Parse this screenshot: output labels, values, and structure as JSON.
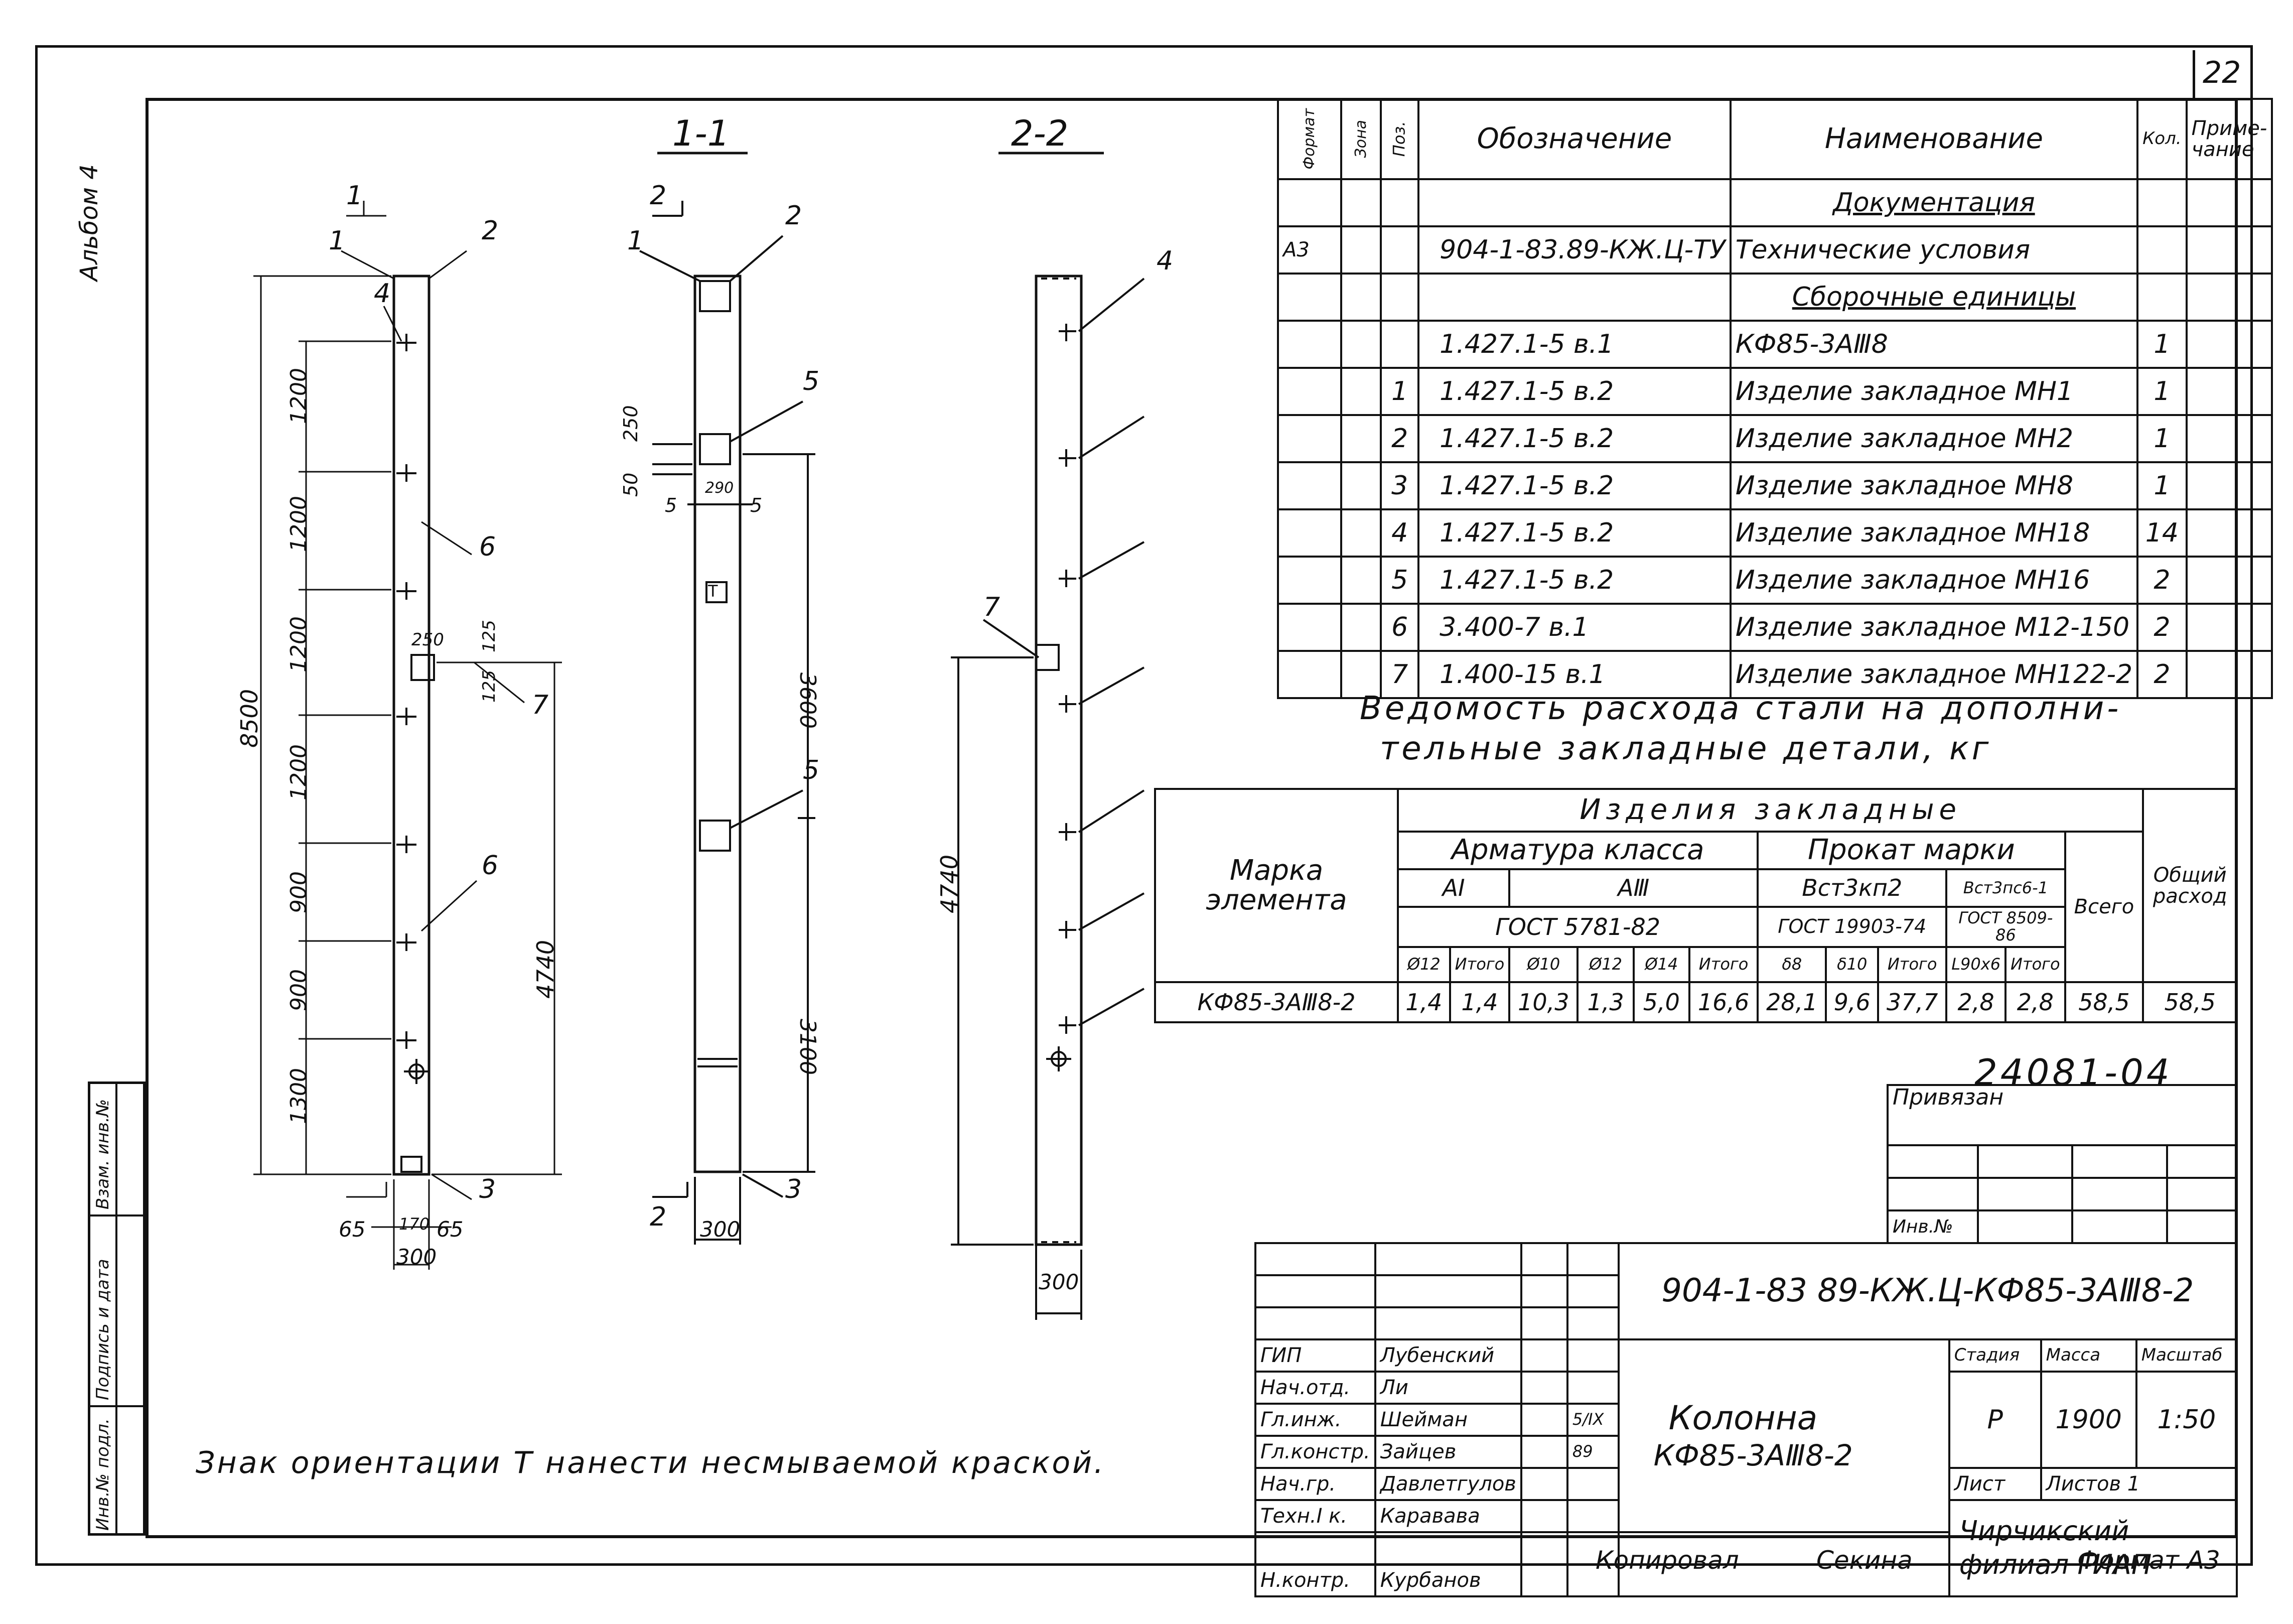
{
  "sheet_number": "22",
  "album": "Альбом 4",
  "document_code": "24081-04",
  "drawing_code": "904-1-83 89-КЖ.Ц-КФ85-3АⅢ8-2",
  "note": "Знак ориентации Т нанести несмываемой краской.",
  "views": {
    "section_1": "1-1",
    "section_2": "2-2",
    "front_marks": {
      "cut1": "1",
      "cut2": "2"
    },
    "front": {
      "callouts": [
        "1",
        "2",
        "4",
        "6",
        "7",
        "6",
        "3"
      ],
      "dims_left": [
        "1200",
        "1200",
        "1200",
        "1200",
        "900",
        "900",
        "1300"
      ],
      "total_height": "8500",
      "right_height": "4740",
      "bottom_dims": [
        "65",
        "170",
        "65"
      ],
      "bottom_width": "300",
      "insert_dims": [
        "250",
        "125",
        "125"
      ]
    },
    "section1_view": {
      "callouts": [
        "1",
        "2",
        "5",
        "5",
        "3"
      ],
      "dims": [
        "250",
        "50",
        "5",
        "290",
        "5"
      ],
      "heights": [
        "3600",
        "3100"
      ],
      "width": "300",
      "cut_mark": "2",
      "orientation_sign": "Т"
    },
    "section2_view": {
      "callouts": [
        "4",
        "7"
      ],
      "height": "4740",
      "width": "300"
    }
  },
  "spec_table": {
    "headers": {
      "format": "Формат",
      "zone": "Зона",
      "pos": "Поз.",
      "designation": "Обозначение",
      "name": "Наименование",
      "qty": "Кол.",
      "note": "Приме-чание"
    },
    "rows": [
      {
        "format": "",
        "pos": "",
        "designation": "",
        "name": "Документация",
        "qty": ""
      },
      {
        "format": "А3",
        "pos": "",
        "designation": "904-1-83.89-КЖ.Ц-ТУ",
        "name": "Технические условия",
        "qty": ""
      },
      {
        "format": "",
        "pos": "",
        "designation": "",
        "name": "Сборочные единицы",
        "qty": ""
      },
      {
        "format": "",
        "pos": "",
        "designation": "1.427.1-5 в.1",
        "name": "КФ85-3АⅢ8",
        "qty": "1"
      },
      {
        "format": "",
        "pos": "1",
        "designation": "1.427.1-5 в.2",
        "name": "Изделие закладное МН1",
        "qty": "1"
      },
      {
        "format": "",
        "pos": "2",
        "designation": "1.427.1-5 в.2",
        "name": "Изделие закладное МН2",
        "qty": "1"
      },
      {
        "format": "",
        "pos": "3",
        "designation": "1.427.1-5 в.2",
        "name": "Изделие закладное МН8",
        "qty": "1"
      },
      {
        "format": "",
        "pos": "4",
        "designation": "1.427.1-5 в.2",
        "name": "Изделие закладное МН18",
        "qty": "14"
      },
      {
        "format": "",
        "pos": "5",
        "designation": "1.427.1-5 в.2",
        "name": "Изделие закладное МН16",
        "qty": "2"
      },
      {
        "format": "",
        "pos": "6",
        "designation": "3.400-7 в.1",
        "name": "Изделие закладное М12-150",
        "qty": "2"
      },
      {
        "format": "",
        "pos": "7",
        "designation": "1.400-15 в.1",
        "name": "Изделие закладное МН122-2",
        "qty": "2"
      }
    ]
  },
  "steel_title": "Ведомость расхода стали на дополнительные закладные детали, кг",
  "steel_table": {
    "mark_header": "Марка элемента",
    "group_header": "Изделия закладные",
    "rebar_header": "Арматура класса",
    "rolled_header": "Прокат марки",
    "class_a1": "АI",
    "class_a3": "АⅢ",
    "gost_rebar": "ГОСТ 5781-82",
    "grade_vst": "Вст3кп2",
    "grade_vst2": "Вст3пс6-1",
    "gost_rolled": "ГОСТ 19903-74",
    "gost_rolled2": "ГОСТ 8509-86",
    "total_header": "Всего",
    "general_header": "Общий расход",
    "cols": [
      "Ø12",
      "Итого",
      "Ø10",
      "Ø12",
      "Ø14",
      "Итого",
      "δ8",
      "δ10",
      "Итого",
      "L90x6",
      "Итого"
    ],
    "row": {
      "mark": "КФ85-3АⅢ8-2",
      "values": [
        "1,4",
        "1,4",
        "10,3",
        "1,3",
        "5,0",
        "16,6",
        "28,1",
        "9,6",
        "37,7",
        "2,8",
        "2,8"
      ],
      "total": "58,5",
      "general": "58,5"
    }
  },
  "title_block": {
    "bound": "Привязан",
    "inv_no": "Инв.№",
    "roles": [
      {
        "role": "ГИП",
        "name": "Лубенский"
      },
      {
        "role": "Нач.отд.",
        "name": "Ли"
      },
      {
        "role": "Гл.инж.",
        "name": "Шейман"
      },
      {
        "role": "Гл.констр.",
        "name": "Зайцев"
      },
      {
        "role": "Нач.гр.",
        "name": "Давлетгулов"
      },
      {
        "role": "Техн.I к.",
        "name": "Каравава"
      },
      {
        "role": "Н.контр.",
        "name": "Курбанов"
      }
    ],
    "date_marks": [
      "5/IX",
      "89"
    ],
    "object": "Колонна",
    "object_mark": "КФ85-3АⅢ8-2",
    "stage_header": "Стадия",
    "mass_header": "Масса",
    "scale_header": "Масштаб",
    "stage": "Р",
    "mass": "1900",
    "scale": "1:50",
    "sheet_label": "Лист",
    "sheets_label": "Листов 1",
    "org_line1": "Чирчикский",
    "org_line2": "филиал ГИАП"
  },
  "footer": {
    "copied": "Копировал",
    "copier": "Секина",
    "format": "Формат А3"
  },
  "side_labels": [
    "Инв.№ подл.",
    "Подпись и дата",
    "Взам. инв.№"
  ]
}
